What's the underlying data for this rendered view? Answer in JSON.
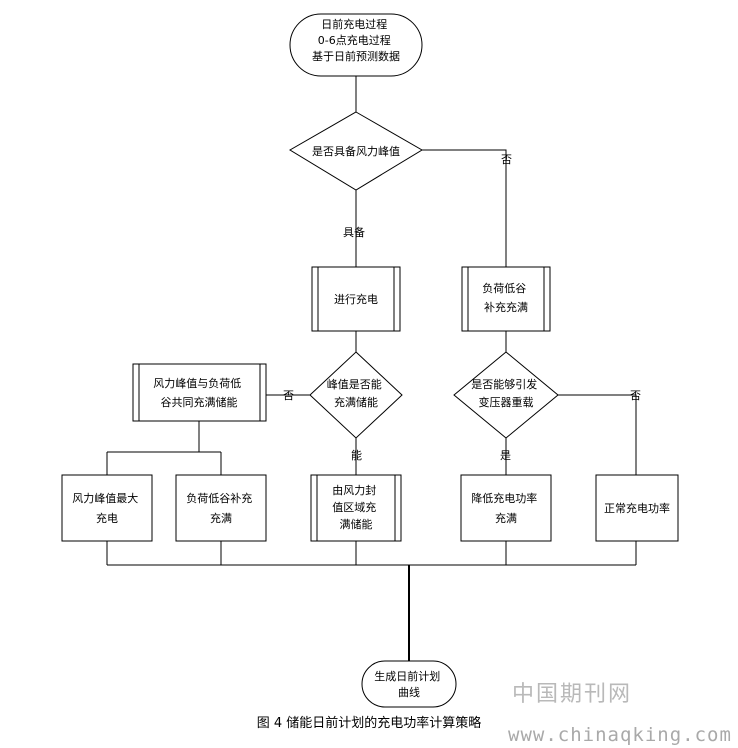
{
  "nodes": {
    "start": {
      "lines": [
        "日前充电过程",
        "0-6点充电过程",
        "基于日前预测数据"
      ]
    },
    "d1": {
      "lines": [
        "是否具备风力峰值"
      ]
    },
    "charge": {
      "lines": [
        "进行充电"
      ]
    },
    "valley": {
      "lines": [
        "负荷低谷",
        "补充充满"
      ]
    },
    "d2": {
      "lines": [
        "峰值是否能",
        "充满储能"
      ]
    },
    "d3": {
      "lines": [
        "是否能够引发",
        "变压器重载"
      ]
    },
    "combo": {
      "lines": [
        "风力峰值与负荷低",
        "谷共同充满储能"
      ]
    },
    "maxwind": {
      "lines": [
        "风力峰值最大",
        "充电"
      ]
    },
    "fillv": {
      "lines": [
        "负荷低谷补充",
        "充满"
      ]
    },
    "region": {
      "lines": [
        "由风力封",
        "值区域充",
        "满储能"
      ]
    },
    "reduce": {
      "lines": [
        "降低充电功率",
        "充满"
      ]
    },
    "normal": {
      "lines": [
        "正常充电功率"
      ]
    },
    "end": {
      "lines": [
        "生成日前计划",
        "曲线"
      ]
    }
  },
  "edge_labels": {
    "d1_no": "否",
    "d1_yes": "具备",
    "d2_no": "否",
    "d2_yes": "能",
    "d3_yes": "是",
    "d3_no": "否"
  },
  "caption": "图 4 储能日前计划的充电功率计算策略",
  "watermark": {
    "cn": "中国期刊网",
    "url": "www.chinaqking.com"
  }
}
